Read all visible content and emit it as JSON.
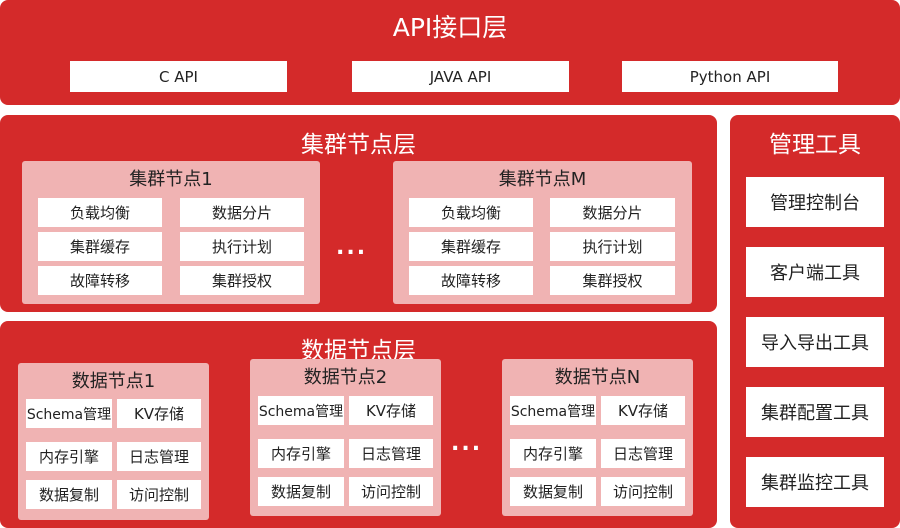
{
  "api_layer": {
    "title": "API接口层",
    "items": [
      "C API",
      "JAVA API",
      "Python API"
    ]
  },
  "cluster_layer": {
    "title": "集群节点层",
    "ellipsis": "...",
    "nodes": [
      {
        "title": "集群节点1",
        "items": [
          "负载均衡",
          "数据分片",
          "集群缓存",
          "执行计划",
          "故障转移",
          "集群授权"
        ]
      },
      {
        "title": "集群节点M",
        "items": [
          "负载均衡",
          "数据分片",
          "集群缓存",
          "执行计划",
          "故障转移",
          "集群授权"
        ]
      }
    ]
  },
  "data_layer": {
    "title": "数据节点层",
    "ellipsis": "...",
    "nodes": [
      {
        "title": "数据节点1",
        "items": [
          "Schema管理",
          "KV存储",
          "内存引擎",
          "日志管理",
          "数据复制",
          "访问控制"
        ]
      },
      {
        "title": "数据节点2",
        "items": [
          "Schema管理",
          "KV存储",
          "内存引擎",
          "日志管理",
          "数据复制",
          "访问控制"
        ]
      },
      {
        "title": "数据节点N",
        "items": [
          "Schema管理",
          "KV存储",
          "内存引擎",
          "日志管理",
          "数据复制",
          "访问控制"
        ]
      }
    ]
  },
  "tools": {
    "title": "管理工具",
    "items": [
      "管理控制台",
      "客户端工具",
      "导入导出工具",
      "集群配置工具",
      "集群监控工具"
    ]
  },
  "colors": {
    "panel_red": "#d42a2a",
    "node_pink": "#f0b3b3",
    "box_white": "#ffffff"
  }
}
